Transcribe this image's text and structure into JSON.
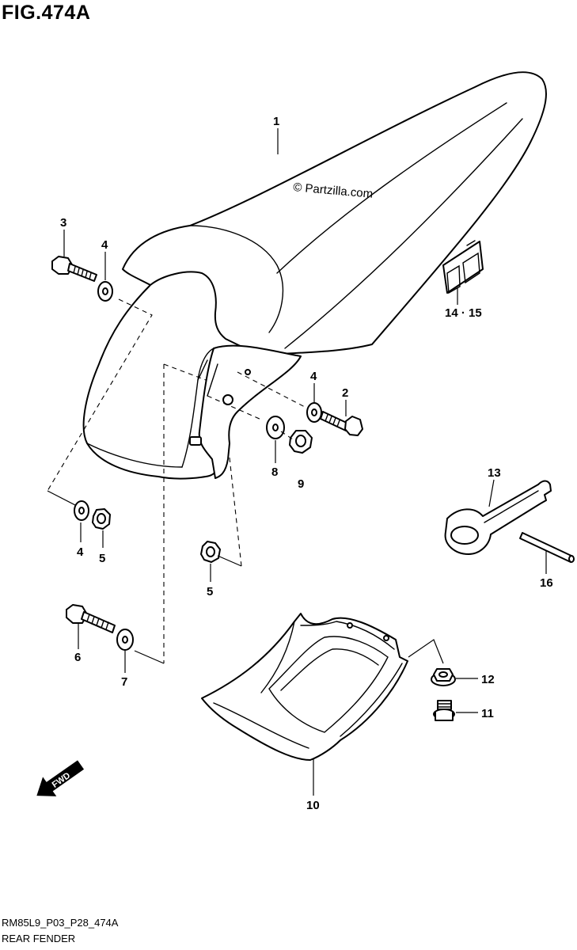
{
  "figure": {
    "title": "FIG.474A"
  },
  "watermark": "© Partzilla.com",
  "callouts": [
    {
      "id": "c1",
      "label": "1"
    },
    {
      "id": "c2",
      "label": "2"
    },
    {
      "id": "c3",
      "label": "3"
    },
    {
      "id": "c4a",
      "label": "4"
    },
    {
      "id": "c4b",
      "label": "4"
    },
    {
      "id": "c4c",
      "label": "4"
    },
    {
      "id": "c5a",
      "label": "5"
    },
    {
      "id": "c5b",
      "label": "5"
    },
    {
      "id": "c6",
      "label": "6"
    },
    {
      "id": "c7",
      "label": "7"
    },
    {
      "id": "c8",
      "label": "8"
    },
    {
      "id": "c9",
      "label": "9"
    },
    {
      "id": "c10",
      "label": "10"
    },
    {
      "id": "c11",
      "label": "11"
    },
    {
      "id": "c12",
      "label": "12"
    },
    {
      "id": "c13",
      "label": "13"
    },
    {
      "id": "c1415",
      "label": "14 · 15"
    },
    {
      "id": "c16",
      "label": "16"
    }
  ],
  "fwd_label": "FWD",
  "footer": {
    "code": "RM85L9_P03_P28_474A",
    "name": "REAR FENDER"
  }
}
